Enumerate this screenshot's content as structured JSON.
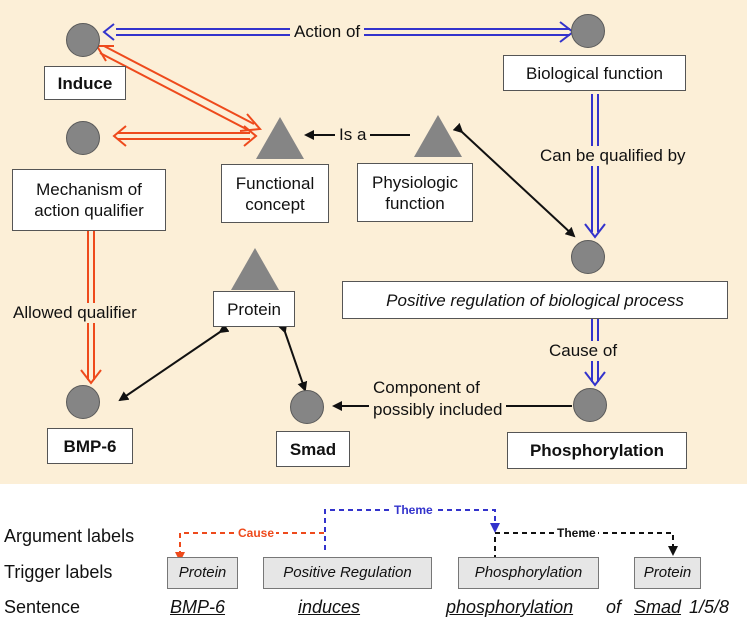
{
  "nodes": {
    "induce": "Induce",
    "biological_function": "Biological function",
    "mechanism": "Mechanism of\naction qualifier",
    "functional_concept": "Functional\nconcept",
    "physiologic_function": "Physiologic\nfunction",
    "protein": "Protein",
    "positive_regulation": "Positive regulation of biological process",
    "bmp6": "BMP-6",
    "smad": "Smad",
    "phosphorylation": "Phosphorylation"
  },
  "edge_labels": {
    "action_of": "Action of",
    "is_a": "Is a",
    "can_be_qualified_by": "Can be qualified by",
    "allowed_qualifier": "Allowed qualifier",
    "cause_of": "Cause of",
    "component_of": "Component of\npossibly included"
  },
  "annotation": {
    "row_labels": {
      "argument": "Argument labels",
      "trigger": "Trigger labels",
      "sentence": "Sentence"
    },
    "arguments": {
      "cause": "Cause",
      "theme1": "Theme",
      "theme2": "Theme"
    },
    "triggers": [
      "Protein",
      "Positive Regulation",
      "Phosphorylation",
      "Protein"
    ],
    "sentence": {
      "w1": "BMP-6",
      "w2": "induces",
      "w3": "phosphorylation",
      "w4": "of",
      "w5": "Smad",
      "w6": "1/5/8"
    }
  },
  "colors": {
    "orange": "#ee4a1c",
    "blue": "#3333cc",
    "black": "#111111",
    "node_gray": "#858585",
    "panel": "#fcefd7"
  }
}
